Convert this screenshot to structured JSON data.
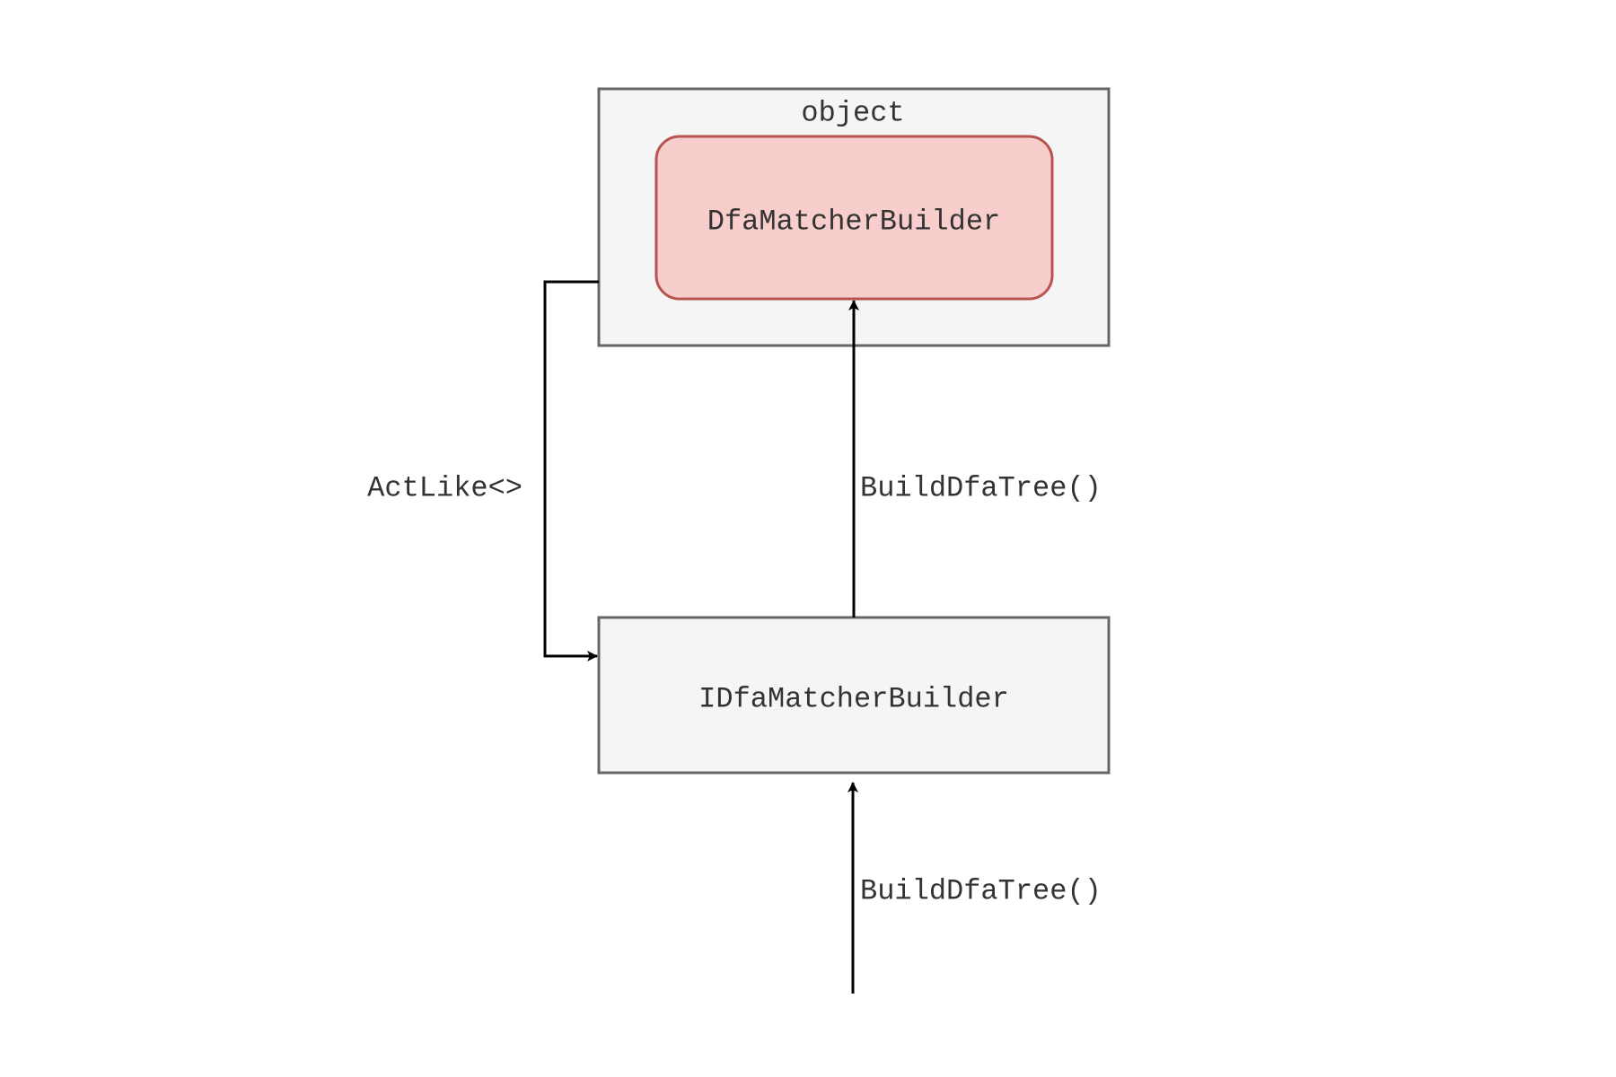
{
  "diagram": {
    "outer_container": {
      "label": "object"
    },
    "nodes": {
      "dfa_matcher_builder": {
        "label": "DfaMatcherBuilder",
        "fill": "#f8cecc",
        "stroke": "#b85450"
      },
      "idfa_matcher_builder": {
        "label": "IDfaMatcherBuilder",
        "fill": "#f5f5f5",
        "stroke": "#666666"
      }
    },
    "edges": {
      "act_like": {
        "label": "ActLike<>"
      },
      "build_tree_upper": {
        "label": "BuildDfaTree()"
      },
      "build_tree_lower": {
        "label": "BuildDfaTree()"
      }
    },
    "colors": {
      "container_fill": "#f5f5f5",
      "container_stroke": "#666666",
      "edge": "#000000",
      "text": "#333333"
    }
  }
}
